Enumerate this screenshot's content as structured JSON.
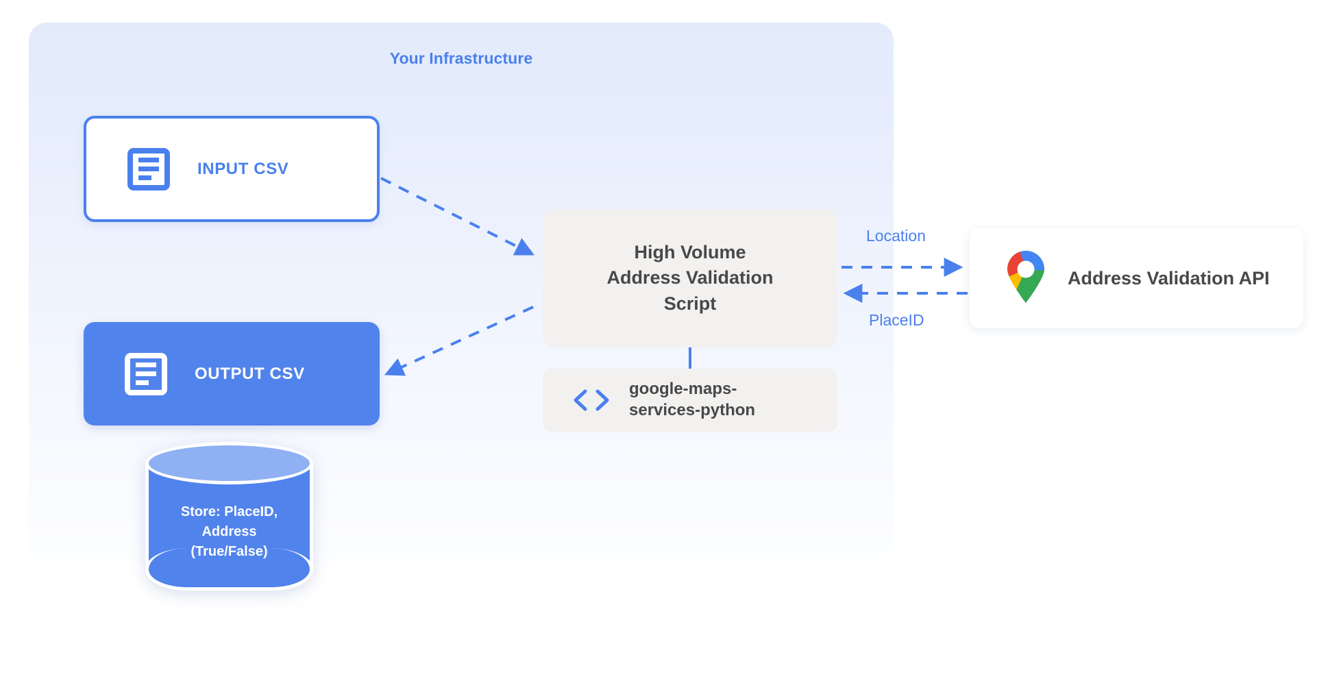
{
  "panel": {
    "title": "Your Infrastructure"
  },
  "nodes": {
    "input_csv": {
      "label": "INPUT CSV",
      "icon": "document-icon"
    },
    "output_csv": {
      "label": "OUTPUT CSV",
      "icon": "document-icon"
    },
    "script": {
      "line1": "High Volume",
      "line2": "Address Validation",
      "line3": "Script"
    },
    "library": {
      "line1": "google-maps-",
      "line2": "services-python",
      "icon": "code-brackets-icon"
    },
    "api": {
      "label": "Address Validation API",
      "icon": "google-maps-pin-icon"
    },
    "database": {
      "line1": "Store: PlaceID,",
      "line2": "Address",
      "line3": "(True/False)"
    }
  },
  "edges": {
    "location": "Location",
    "placeid": "PlaceID"
  },
  "colors": {
    "accent_blue": "#4a80ee",
    "card_blue": "#5183ec",
    "panel_top": "#e3ebfb",
    "panel_bottom": "#fdfeff",
    "box_gray": "#f2f1f0",
    "text_dark": "#484848",
    "db_top": "#8fb0f2",
    "pin_red": "#ea4335",
    "pin_blue": "#4285f4",
    "pin_yellow": "#fbbc04",
    "pin_green": "#34a853"
  }
}
